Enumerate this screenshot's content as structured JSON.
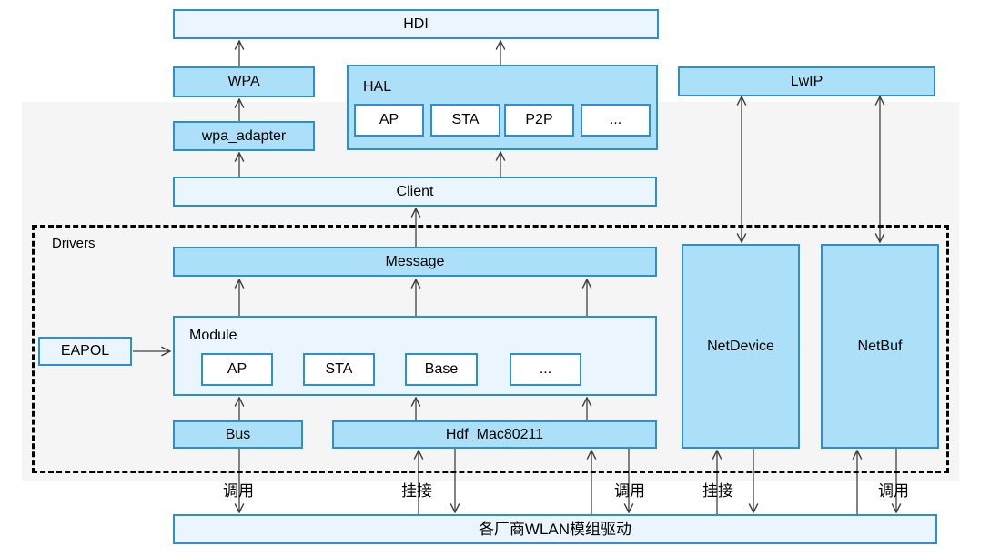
{
  "diagram": {
    "nodes": {
      "hdi": "HDI",
      "wpa": "WPA",
      "hal": "HAL",
      "hal_items": [
        "AP",
        "STA",
        "P2P",
        "..."
      ],
      "lwip": "LwIP",
      "wpa_adapter": "wpa_adapter",
      "client": "Client",
      "drivers_group": "Drivers",
      "message": "Message",
      "module": "Module",
      "module_items": [
        "AP",
        "STA",
        "Base",
        "..."
      ],
      "eapol": "EAPOL",
      "bus": "Bus",
      "hdf_mac80211": "Hdf_Mac80211",
      "netdevice": "NetDevice",
      "netbuf": "NetBuf",
      "vendor_driver": "各厂商WLAN模组驱动"
    },
    "edge_labels": {
      "bus_call": "调用",
      "hdf_hook": "挂接",
      "hdf_call": "调用",
      "netdevice_hook": "挂接",
      "netbuf_call": "调用"
    },
    "colors": {
      "node_fill_strong": "#ace0f8",
      "node_fill_light": "#eaf5fd",
      "node_border": "#2b8fd0",
      "background_band": "#f5f5f5",
      "connector": "#404040",
      "group_border": "#000000"
    }
  }
}
